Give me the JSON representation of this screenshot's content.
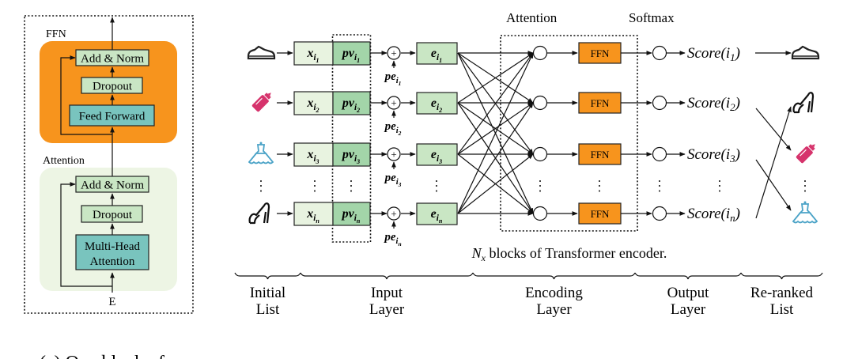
{
  "colors": {
    "ffn_orange": "#F7941D",
    "attention_bg": "#EDF5E4",
    "light_green_box": "#C9E6C4",
    "teal_box": "#79C4BE",
    "x_box": "#E8F3E0",
    "pv_box": "#A3D5A9",
    "e_box": "#C9E6C4",
    "bottle_magenta": "#D6336C",
    "dress_blue": "#4BA3C7"
  },
  "block": {
    "ffn_label": "FFN",
    "attention_label": "Attention",
    "ffn_add_norm": "Add & Norm",
    "ffn_dropout": "Dropout",
    "feed_forward": "Feed Forward",
    "att_add_norm": "Add & Norm",
    "att_dropout": "Dropout",
    "mha_line1": "Multi-Head",
    "mha_line2": "Attention",
    "input": "E",
    "caption": "(a) One block of"
  },
  "main": {
    "attention_header": "Attention",
    "softmax_header": "Softmax",
    "x_symbol": "x",
    "pv_symbol": "pv",
    "e_symbol": "e",
    "pe_symbol": "pe",
    "i_symbol": "i",
    "plus": "+",
    "ffn_label": "FFN",
    "score_prefix": "Score(",
    "score_suffix": ")",
    "encoder_caption_symbol": "N",
    "encoder_caption_sub": "x",
    "encoder_caption": " blocks of Transformer encoder.",
    "rows": [
      {
        "sub": "1",
        "input_icon": "sneaker-icon",
        "output_icon": "sneaker-icon"
      },
      {
        "sub": "2",
        "input_icon": "bottle-icon",
        "output_icon": "high-heel-icon"
      },
      {
        "sub": "3",
        "input_icon": "dress-icon",
        "output_icon": "bottle-icon"
      },
      {
        "sub": "n",
        "input_icon": "high-heel-icon",
        "output_icon": "dress-icon"
      }
    ],
    "ellipsis": "⋮"
  },
  "sections": [
    {
      "line1": "Initial",
      "line2": "List"
    },
    {
      "line1": "Input",
      "line2": "Layer"
    },
    {
      "line1": "Encoding",
      "line2": "Layer"
    },
    {
      "line1": "Output",
      "line2": "Layer"
    },
    {
      "line1": "Re-ranked",
      "line2": "List"
    }
  ]
}
